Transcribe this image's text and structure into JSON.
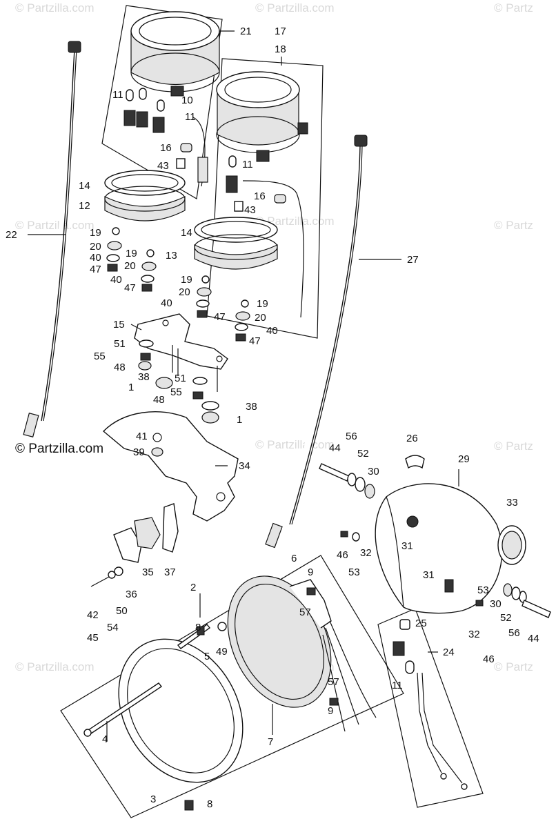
{
  "watermarks": {
    "brand": "© Partzilla.com",
    "faint": "© Partzilla.com",
    "faint_short": "© Partz"
  },
  "callouts": {
    "c1a": "1",
    "c1b": "1",
    "c2": "2",
    "c3": "3",
    "c4": "4",
    "c5": "5",
    "c6": "6",
    "c7": "7",
    "c8a": "8",
    "c8b": "8",
    "c9a": "9",
    "c9b": "9",
    "c10": "10",
    "c11a": "11",
    "c11b": "11",
    "c11c": "11",
    "c11d": "11",
    "c12": "12",
    "c13": "13",
    "c14a": "14",
    "c14b": "14",
    "c15": "15",
    "c16a": "16",
    "c16b": "16",
    "c17": "17",
    "c18": "18",
    "c19a": "19",
    "c19b": "19",
    "c19c": "19",
    "c19d": "19",
    "c20a": "20",
    "c20b": "20",
    "c20c": "20",
    "c20d": "20",
    "c21": "21",
    "c22": "22",
    "c24": "24",
    "c25": "25",
    "c26": "26",
    "c27": "27",
    "c29": "29",
    "c30a": "30",
    "c30b": "30",
    "c31a": "31",
    "c31b": "31",
    "c32a": "32",
    "c32b": "32",
    "c33": "33",
    "c34": "34",
    "c35": "35",
    "c36": "36",
    "c37": "37",
    "c38a": "38",
    "c38b": "38",
    "c39": "39",
    "c40a": "40",
    "c40b": "40",
    "c40c": "40",
    "c40d": "40",
    "c41": "41",
    "c42": "42",
    "c43a": "43",
    "c43b": "43",
    "c44a": "44",
    "c44b": "44",
    "c45": "45",
    "c46a": "46",
    "c46b": "46",
    "c47a": "47",
    "c47b": "47",
    "c47c": "47",
    "c47d": "47",
    "c48a": "48",
    "c48b": "48",
    "c49": "49",
    "c50": "50",
    "c51a": "51",
    "c51b": "51",
    "c52a": "52",
    "c52b": "52",
    "c53a": "53",
    "c53b": "53",
    "c54": "54",
    "c55a": "55",
    "c55b": "55",
    "c56a": "56",
    "c56b": "56",
    "c57a": "57",
    "c57b": "57"
  }
}
